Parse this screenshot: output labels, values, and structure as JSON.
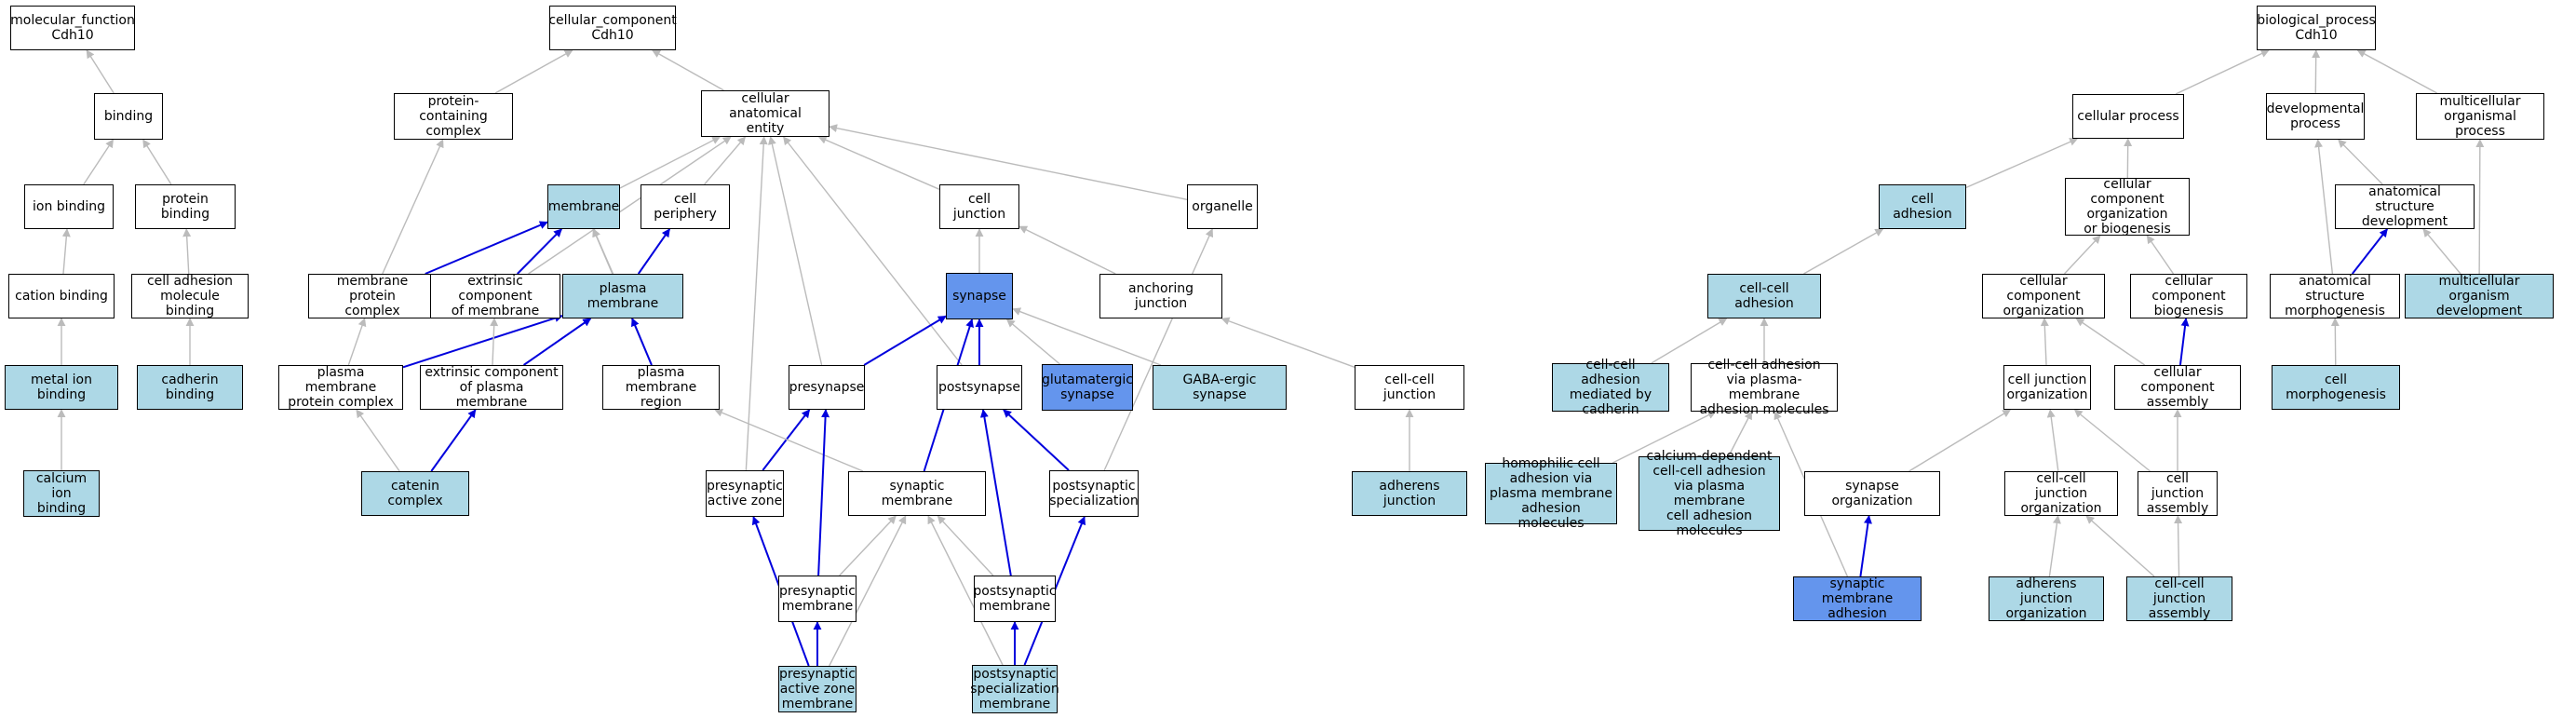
{
  "colors": {
    "annotated": "#add8e6",
    "enriched": "#6495ed",
    "plain": "#ffffff",
    "is_a_edge": "#bbbbbb",
    "part_of_edge": "#0000dd"
  },
  "nodes": [
    {
      "id": "mf",
      "label": "molecular_function\nCdh10",
      "fill": "plain"
    },
    {
      "id": "binding",
      "label": "binding",
      "fill": "plain"
    },
    {
      "id": "ionb",
      "label": "ion binding",
      "fill": "plain"
    },
    {
      "id": "protb",
      "label": "protein binding",
      "fill": "plain"
    },
    {
      "id": "catb",
      "label": "cation binding",
      "fill": "plain"
    },
    {
      "id": "camb",
      "label": "cell adhesion\nmolecule binding",
      "fill": "plain"
    },
    {
      "id": "metb",
      "label": "metal ion binding",
      "fill": "annotated"
    },
    {
      "id": "cadb",
      "label": "cadherin binding",
      "fill": "annotated"
    },
    {
      "id": "cab",
      "label": "calcium ion\nbinding",
      "fill": "annotated"
    },
    {
      "id": "cc",
      "label": "cellular_component\nCdh10",
      "fill": "plain"
    },
    {
      "id": "pcc",
      "label": "protein-containing\ncomplex",
      "fill": "plain"
    },
    {
      "id": "cae",
      "label": "cellular anatomical\nentity",
      "fill": "plain"
    },
    {
      "id": "mem",
      "label": "membrane",
      "fill": "annotated"
    },
    {
      "id": "cper",
      "label": "cell periphery",
      "fill": "plain"
    },
    {
      "id": "cjun",
      "label": "cell junction",
      "fill": "plain"
    },
    {
      "id": "org",
      "label": "organelle",
      "fill": "plain"
    },
    {
      "id": "mpc",
      "label": "membrane protein\ncomplex",
      "fill": "plain"
    },
    {
      "id": "ecm",
      "label": "extrinsic component\nof membrane",
      "fill": "plain"
    },
    {
      "id": "pm",
      "label": "plasma membrane",
      "fill": "annotated"
    },
    {
      "id": "syn",
      "label": "synapse",
      "fill": "enriched"
    },
    {
      "id": "ajun",
      "label": "anchoring junction",
      "fill": "plain"
    },
    {
      "id": "pmpc",
      "label": "plasma membrane\nprotein complex",
      "fill": "plain"
    },
    {
      "id": "ecpm",
      "label": "extrinsic component\nof plasma membrane",
      "fill": "plain"
    },
    {
      "id": "pmr",
      "label": "plasma membrane\nregion",
      "fill": "plain"
    },
    {
      "id": "presyn",
      "label": "presynapse",
      "fill": "plain"
    },
    {
      "id": "postsyn",
      "label": "postsynapse",
      "fill": "plain"
    },
    {
      "id": "glut",
      "label": "glutamatergic\nsynapse",
      "fill": "enriched"
    },
    {
      "id": "gaba",
      "label": "GABA-ergic synapse",
      "fill": "annotated"
    },
    {
      "id": "ccj",
      "label": "cell-cell junction",
      "fill": "plain"
    },
    {
      "id": "catc",
      "label": "catenin complex",
      "fill": "annotated"
    },
    {
      "id": "paz",
      "label": "presynaptic\nactive zone",
      "fill": "plain"
    },
    {
      "id": "synm",
      "label": "synaptic membrane",
      "fill": "plain"
    },
    {
      "id": "pss",
      "label": "postsynaptic\nspecialization",
      "fill": "plain"
    },
    {
      "id": "adhj",
      "label": "adherens junction",
      "fill": "annotated"
    },
    {
      "id": "prem",
      "label": "presynaptic\nmembrane",
      "fill": "plain"
    },
    {
      "id": "postm",
      "label": "postsynaptic\nmembrane",
      "fill": "plain"
    },
    {
      "id": "pazm",
      "label": "presynaptic\nactive zone\nmembrane",
      "fill": "annotated"
    },
    {
      "id": "pssm",
      "label": "postsynaptic\nspecialization\nmembrane",
      "fill": "annotated"
    },
    {
      "id": "bp",
      "label": "biological_process\nCdh10",
      "fill": "plain"
    },
    {
      "id": "cproc",
      "label": "cellular process",
      "fill": "plain"
    },
    {
      "id": "devp",
      "label": "developmental\nprocess",
      "fill": "plain"
    },
    {
      "id": "mop",
      "label": "multicellular\norganismal process",
      "fill": "plain"
    },
    {
      "id": "cadh",
      "label": "cell adhesion",
      "fill": "annotated"
    },
    {
      "id": "ccob",
      "label": "cellular component\norganization\nor biogenesis",
      "fill": "plain"
    },
    {
      "id": "asd",
      "label": "anatomical structure\ndevelopment",
      "fill": "plain"
    },
    {
      "id": "ccadh",
      "label": "cell-cell adhesion",
      "fill": "annotated"
    },
    {
      "id": "cco",
      "label": "cellular component\norganization",
      "fill": "plain"
    },
    {
      "id": "ccb",
      "label": "cellular component\nbiogenesis",
      "fill": "plain"
    },
    {
      "id": "asm",
      "label": "anatomical structure\nmorphogenesis",
      "fill": "plain"
    },
    {
      "id": "mod",
      "label": "multicellular\norganism development",
      "fill": "annotated"
    },
    {
      "id": "ccacad",
      "label": "cell-cell adhesion\nmediated by\ncadherin",
      "fill": "annotated"
    },
    {
      "id": "ccapm",
      "label": "cell-cell adhesion\nvia plasma-membrane\nadhesion molecules",
      "fill": "plain"
    },
    {
      "id": "cjo",
      "label": "cell junction\norganization",
      "fill": "plain"
    },
    {
      "id": "cca",
      "label": "cellular component\nassembly",
      "fill": "plain"
    },
    {
      "id": "cmorph",
      "label": "cell morphogenesis",
      "fill": "annotated"
    },
    {
      "id": "homo",
      "label": "homophilic cell\nadhesion via\nplasma membrane\nadhesion molecules",
      "fill": "annotated"
    },
    {
      "id": "cadep",
      "label": "calcium-dependent\ncell-cell adhesion\nvia plasma membrane\ncell adhesion\nmolecules",
      "fill": "annotated"
    },
    {
      "id": "syno",
      "label": "synapse organization",
      "fill": "plain"
    },
    {
      "id": "ccjo",
      "label": "cell-cell junction\norganization",
      "fill": "plain"
    },
    {
      "id": "cja",
      "label": "cell junction\nassembly",
      "fill": "plain"
    },
    {
      "id": "sma",
      "label": "synaptic membrane\nadhesion",
      "fill": "enriched"
    },
    {
      "id": "ajo",
      "label": "adherens junction\norganization",
      "fill": "annotated"
    },
    {
      "id": "ccja",
      "label": "cell-cell junction\nassembly",
      "fill": "annotated"
    }
  ],
  "edges": [
    [
      "binding",
      "mf",
      "is_a"
    ],
    [
      "ionb",
      "binding",
      "is_a"
    ],
    [
      "protb",
      "binding",
      "is_a"
    ],
    [
      "catb",
      "ionb",
      "is_a"
    ],
    [
      "camb",
      "protb",
      "is_a"
    ],
    [
      "metb",
      "catb",
      "is_a"
    ],
    [
      "cadb",
      "camb",
      "is_a"
    ],
    [
      "cab",
      "metb",
      "is_a"
    ],
    [
      "pcc",
      "cc",
      "is_a"
    ],
    [
      "cae",
      "cc",
      "is_a"
    ],
    [
      "mem",
      "cae",
      "is_a"
    ],
    [
      "cper",
      "cae",
      "is_a"
    ],
    [
      "cjun",
      "cae",
      "is_a"
    ],
    [
      "org",
      "cae",
      "is_a"
    ],
    [
      "ecm",
      "cae",
      "is_a"
    ],
    [
      "presyn",
      "cae",
      "is_a"
    ],
    [
      "postsyn",
      "cae",
      "is_a"
    ],
    [
      "paz",
      "cae",
      "is_a"
    ],
    [
      "mpc",
      "pcc",
      "is_a"
    ],
    [
      "mpc",
      "mem",
      "part_of"
    ],
    [
      "ecm",
      "mem",
      "part_of"
    ],
    [
      "pm",
      "mem",
      "is_a"
    ],
    [
      "pm",
      "cper",
      "part_of"
    ],
    [
      "pmr",
      "mem",
      "is_a"
    ],
    [
      "syn",
      "cjun",
      "is_a"
    ],
    [
      "ajun",
      "cjun",
      "is_a"
    ],
    [
      "ccj",
      "ajun",
      "is_a"
    ],
    [
      "pmpc",
      "mpc",
      "is_a"
    ],
    [
      "pmpc",
      "pm",
      "part_of"
    ],
    [
      "ecpm",
      "ecm",
      "is_a"
    ],
    [
      "ecpm",
      "pm",
      "part_of"
    ],
    [
      "pmr",
      "pm",
      "part_of"
    ],
    [
      "presyn",
      "syn",
      "part_of"
    ],
    [
      "postsyn",
      "syn",
      "part_of"
    ],
    [
      "glut",
      "syn",
      "is_a"
    ],
    [
      "gaba",
      "syn",
      "is_a"
    ],
    [
      "catc",
      "pmpc",
      "is_a"
    ],
    [
      "catc",
      "ecpm",
      "part_of"
    ],
    [
      "paz",
      "presyn",
      "part_of"
    ],
    [
      "synm",
      "pmr",
      "is_a"
    ],
    [
      "synm",
      "syn",
      "part_of"
    ],
    [
      "pss",
      "postsyn",
      "part_of"
    ],
    [
      "pss",
      "org",
      "is_a"
    ],
    [
      "adhj",
      "ccj",
      "is_a"
    ],
    [
      "prem",
      "synm",
      "is_a"
    ],
    [
      "prem",
      "presyn",
      "part_of"
    ],
    [
      "postm",
      "synm",
      "is_a"
    ],
    [
      "postm",
      "postsyn",
      "part_of"
    ],
    [
      "pazm",
      "prem",
      "part_of"
    ],
    [
      "pazm",
      "paz",
      "part_of"
    ],
    [
      "pazm",
      "synm",
      "is_a"
    ],
    [
      "pssm",
      "postm",
      "part_of"
    ],
    [
      "pssm",
      "pss",
      "part_of"
    ],
    [
      "pssm",
      "synm",
      "is_a"
    ],
    [
      "cproc",
      "bp",
      "is_a"
    ],
    [
      "devp",
      "bp",
      "is_a"
    ],
    [
      "mop",
      "bp",
      "is_a"
    ],
    [
      "cadh",
      "cproc",
      "is_a"
    ],
    [
      "ccob",
      "cproc",
      "is_a"
    ],
    [
      "asd",
      "devp",
      "is_a"
    ],
    [
      "asm",
      "devp",
      "is_a"
    ],
    [
      "mod",
      "mop",
      "is_a"
    ],
    [
      "ccadh",
      "cadh",
      "is_a"
    ],
    [
      "cco",
      "ccob",
      "is_a"
    ],
    [
      "ccb",
      "ccob",
      "is_a"
    ],
    [
      "asm",
      "asd",
      "part_of"
    ],
    [
      "mod",
      "asd",
      "is_a"
    ],
    [
      "ccacad",
      "ccadh",
      "is_a"
    ],
    [
      "ccapm",
      "ccadh",
      "is_a"
    ],
    [
      "cjo",
      "cco",
      "is_a"
    ],
    [
      "cca",
      "cco",
      "is_a"
    ],
    [
      "cca",
      "ccb",
      "part_of"
    ],
    [
      "cmorph",
      "asm",
      "is_a"
    ],
    [
      "homo",
      "ccapm",
      "is_a"
    ],
    [
      "cadep",
      "ccapm",
      "is_a"
    ],
    [
      "syno",
      "cjo",
      "is_a"
    ],
    [
      "ccjo",
      "cjo",
      "is_a"
    ],
    [
      "cja",
      "cjo",
      "is_a"
    ],
    [
      "cja",
      "cca",
      "is_a"
    ],
    [
      "sma",
      "ccapm",
      "is_a"
    ],
    [
      "sma",
      "syno",
      "part_of"
    ],
    [
      "ajo",
      "ccjo",
      "is_a"
    ],
    [
      "ccja",
      "ccjo",
      "is_a"
    ],
    [
      "ccja",
      "cja",
      "is_a"
    ]
  ]
}
